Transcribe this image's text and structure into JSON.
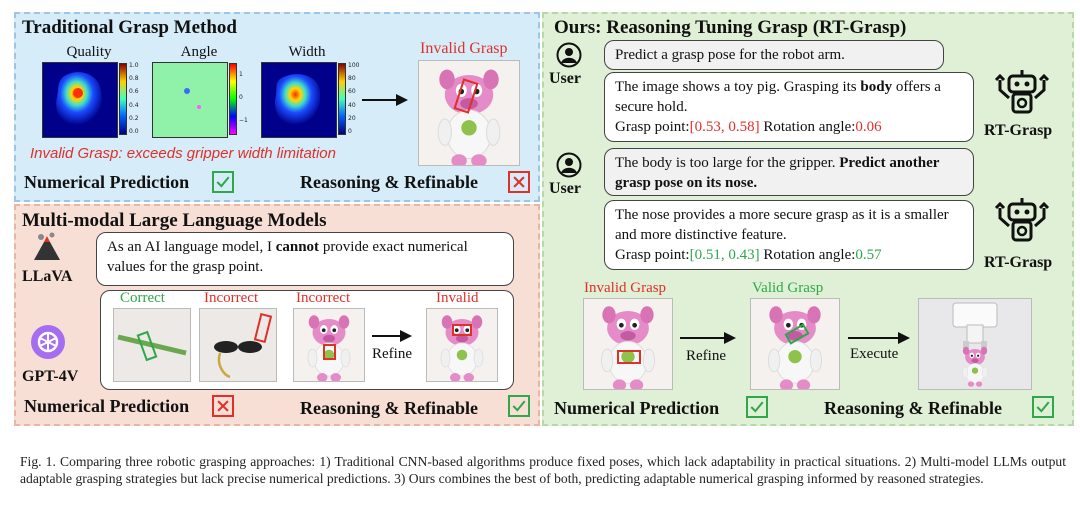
{
  "traditional": {
    "title": "Traditional Grasp Method",
    "heatmaps": [
      {
        "label": "Quality",
        "ticks": [
          "1.0",
          "0.8",
          "0.6",
          "0.4",
          "0.2",
          "0.0"
        ]
      },
      {
        "label": "Angle",
        "ticks": [
          "1",
          "0",
          "−1"
        ]
      },
      {
        "label": "Width",
        "ticks": [
          "100",
          "80",
          "60",
          "40",
          "20",
          "0"
        ]
      }
    ],
    "invalid_grasp_label": "Invalid Grasp",
    "error_text": "Invalid Grasp: exceeds gripper width limitation",
    "numerical_label": "Numerical Prediction",
    "reasoning_label": "Reasoning & Refinable"
  },
  "mllm": {
    "title": "Multi-modal Large Language Models",
    "llava_label": "LLaVA",
    "llava_text_pre": "As an AI language model, I ",
    "llava_text_bold": "cannot",
    "llava_text_post": " provide exact numerical values for the grasp point.",
    "gpt_label": "GPT-4V",
    "img_labels": [
      "Correct",
      "Incorrect",
      "Incorrect",
      "Invalid"
    ],
    "refine_label": "Refine",
    "numerical_label": "Numerical Prediction",
    "reasoning_label": "Reasoning & Refinable"
  },
  "ours": {
    "title": "Ours: Reasoning Tuning Grasp (RT-Grasp)",
    "user_label": "User",
    "robot_label": "RT-Grasp",
    "msg1": "Predict a grasp pose for the robot arm.",
    "msg2_pre": "The image shows a toy pig. Grasping its ",
    "msg2_bold": "body",
    "msg2_post": " offers a secure hold.",
    "msg2_point_label": "Grasp point:",
    "msg2_point": "[0.53, 0.58]",
    "msg2_angle_label": " Rotation angle:",
    "msg2_angle": "0.06",
    "msg3_pre": "The body is too large for the gripper. ",
    "msg3_bold": "Predict another grasp pose on its nose.",
    "msg4": "The nose provides a more secure grasp as it is a smaller and more distinctive feature.",
    "msg4_point_label": "Grasp point:",
    "msg4_point": "[0.51, 0.43]",
    "msg4_angle_label": " Rotation angle:",
    "msg4_angle": "0.57",
    "invalid_label": "Invalid Grasp",
    "valid_label": "Valid Grasp",
    "refine_label": "Refine",
    "execute_label": "Execute",
    "numerical_label": "Numerical Prediction",
    "reasoning_label": "Reasoning & Refinable"
  },
  "caption": "Fig. 1.    Comparing three robotic grasping approaches: 1) Traditional CNN-based algorithms produce fixed poses, which lack adaptability in practical situations. 2) Multi-model LLMs output adaptable grasping strategies but lack precise numerical predictions. 3) Ours combines the best of both, predicting adaptable numerical grasping informed by reasoned strategies.",
  "colors": {
    "check": "#2ea84a",
    "cross": "#e0302a",
    "trad_bg": "#d6ecf9",
    "mllm_bg": "#f8dfd6",
    "ours_bg": "#dff0d6"
  }
}
